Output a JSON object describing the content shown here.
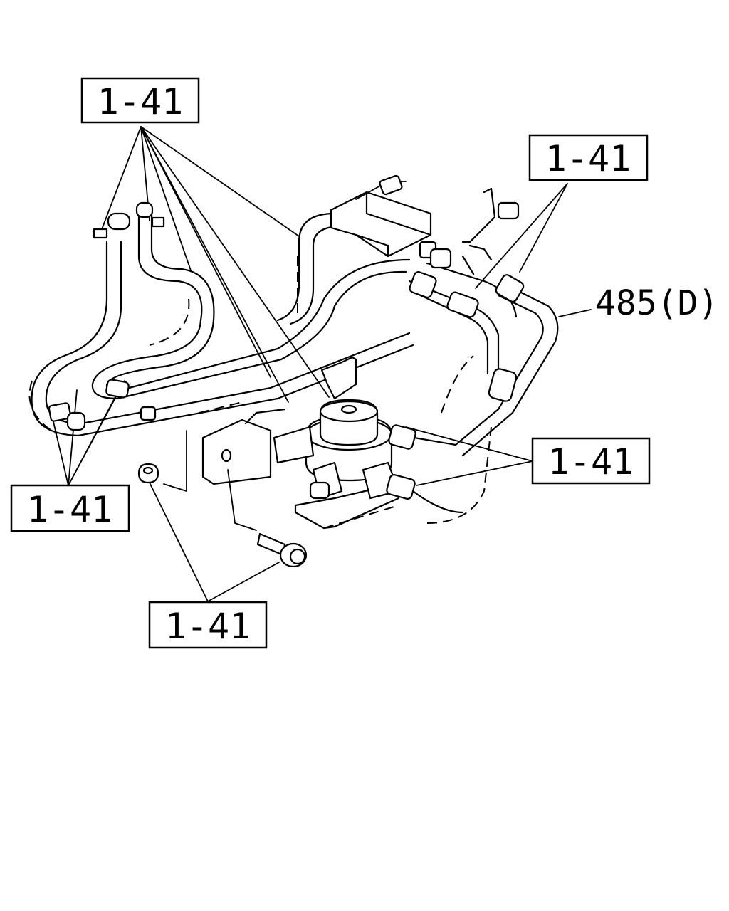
{
  "callouts": [
    {
      "id": "top-left",
      "text": "1-41"
    },
    {
      "id": "top-right",
      "text": "1-41"
    },
    {
      "id": "mid-right",
      "text": "1-41"
    },
    {
      "id": "bottom-left",
      "text": "1-41"
    },
    {
      "id": "bottom-center",
      "text": "1-41"
    }
  ],
  "part_label": "485(D)",
  "colors": {
    "ink": "#000000",
    "paper": "#ffffff"
  }
}
